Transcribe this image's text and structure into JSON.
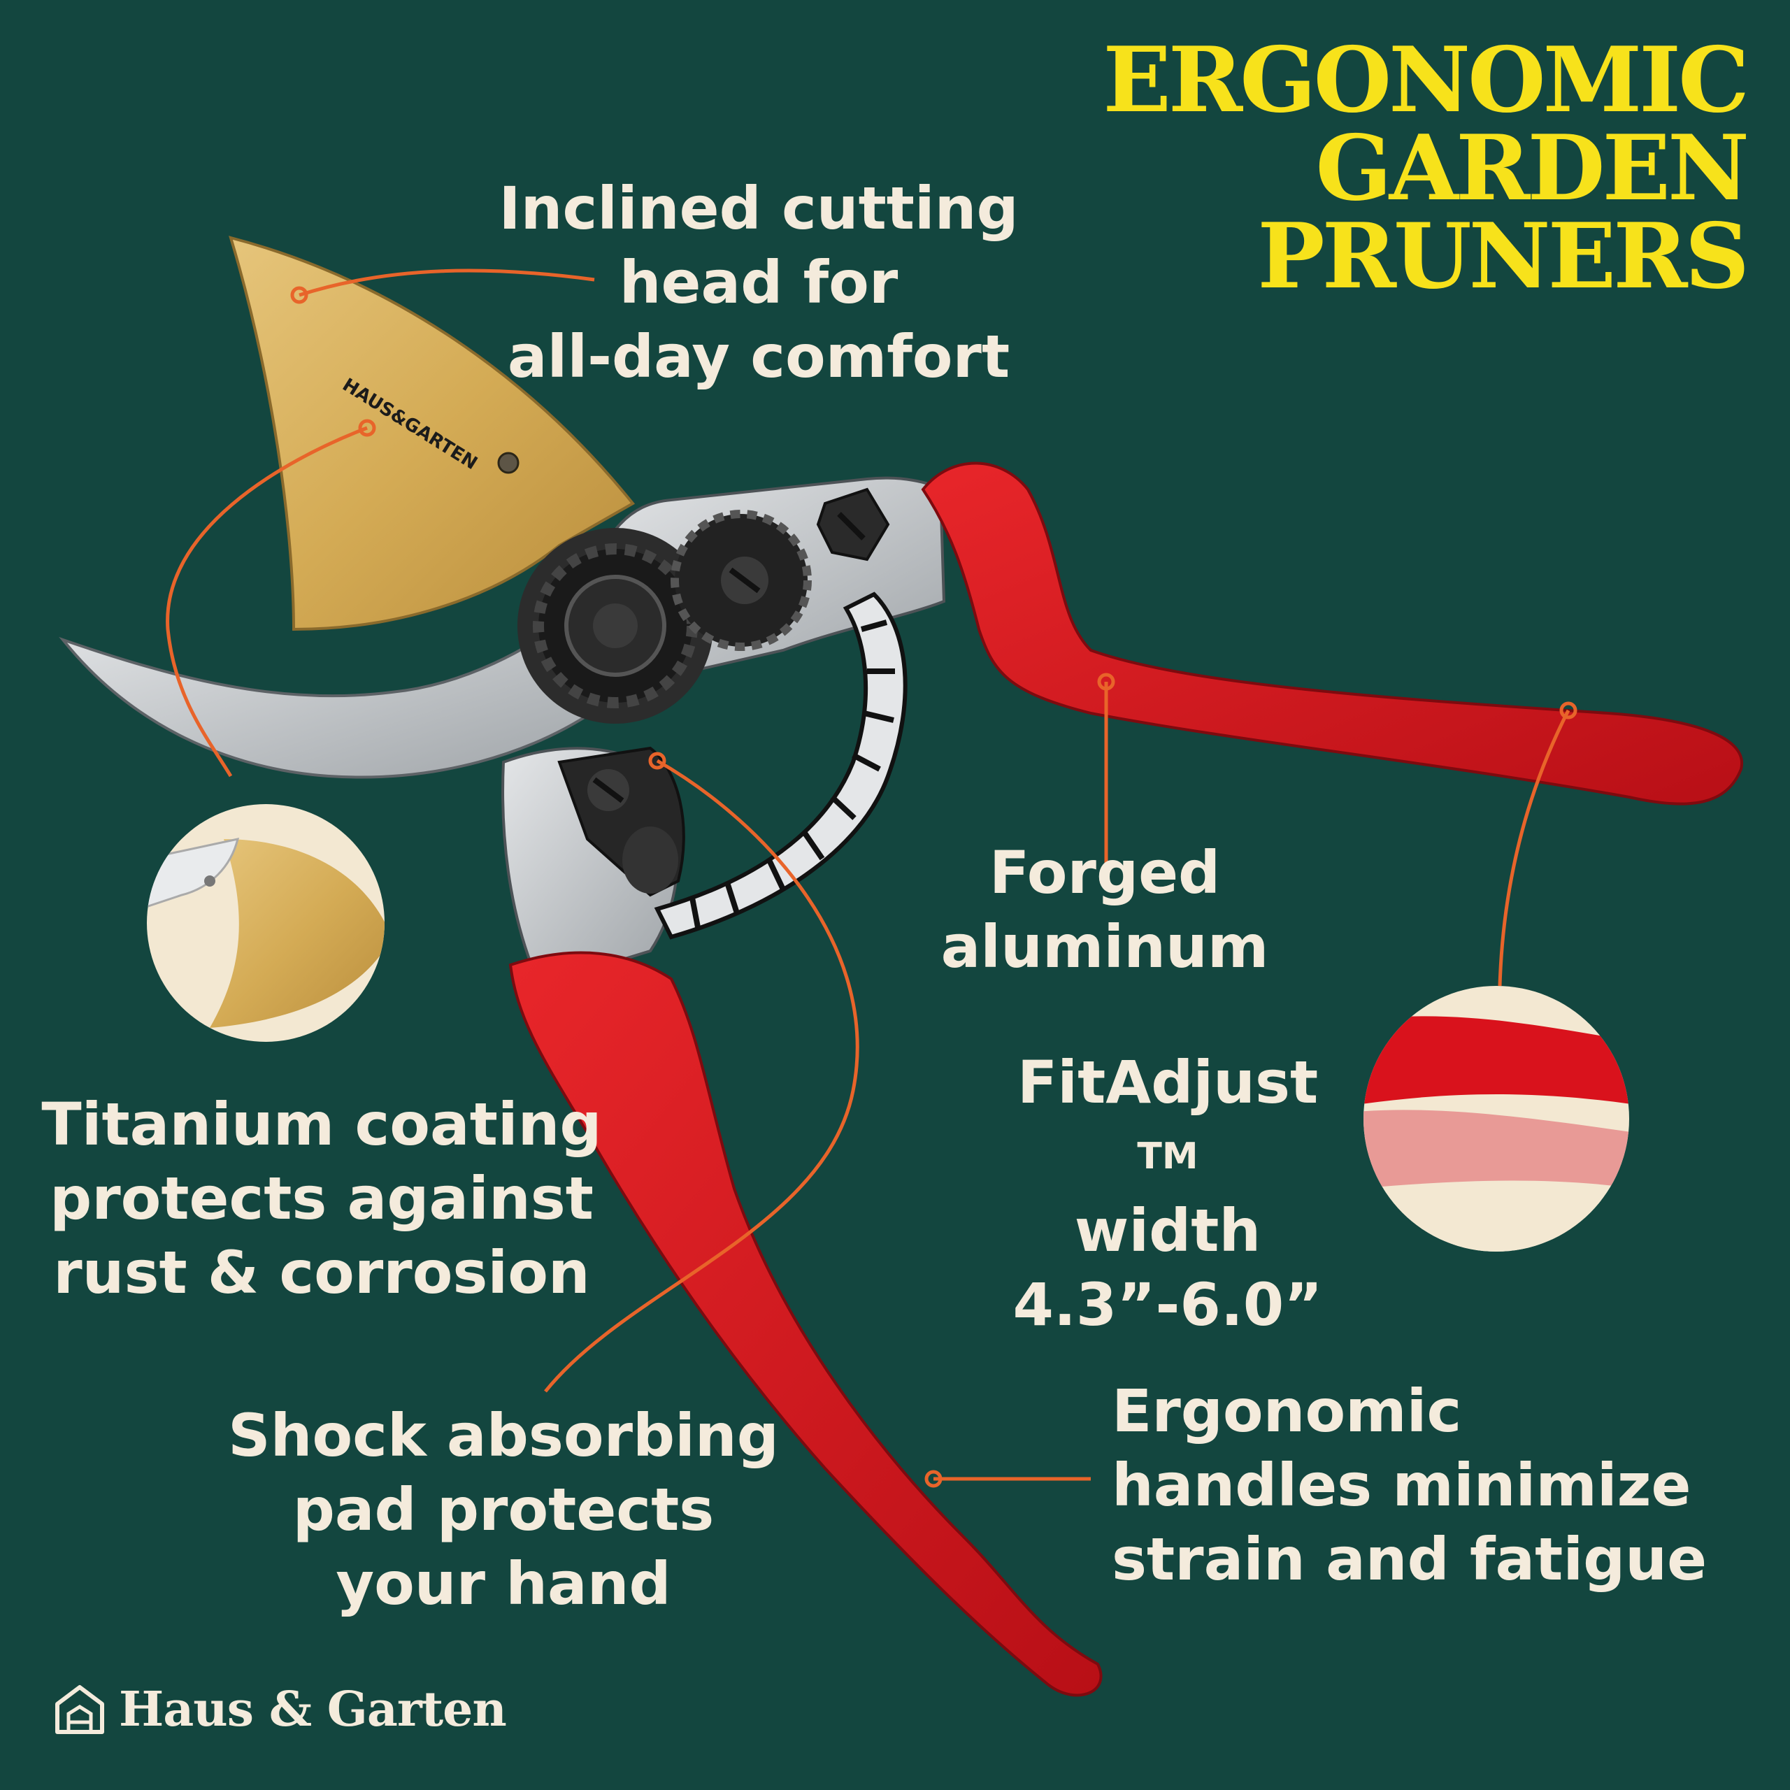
{
  "title": {
    "lines": [
      "ERGONOMIC",
      "GARDEN",
      "PRUNERS"
    ]
  },
  "callouts": {
    "cutting_head": [
      "Inclined cutting",
      "head for",
      "all-day comfort"
    ],
    "forged": [
      "Forged",
      "aluminum"
    ],
    "fitadjust": {
      "line1": "FitAdjust",
      "tm": "TM",
      "line2": "width",
      "line3": "4.3”-6.0”"
    },
    "titanium": [
      "Titanium coating",
      "protects against",
      "rust & corrosion"
    ],
    "shock": [
      "Shock absorbing",
      "pad protects",
      "your hand"
    ],
    "handles": [
      "Ergonomic",
      "handles minimize",
      "strain and fatigue"
    ]
  },
  "blade_engraving": "HAUS&GARTEN",
  "brand": {
    "name": "Haus & Garten",
    "icon": "house-logo-icon"
  },
  "colors": {
    "background": "#13463f",
    "title": "#f7e21b",
    "text": "#f4ebdc",
    "leader_line": "#e8642a",
    "handle": "#d4151d",
    "blade_gold": "#d9b15a",
    "steel": "#c9ccce"
  }
}
